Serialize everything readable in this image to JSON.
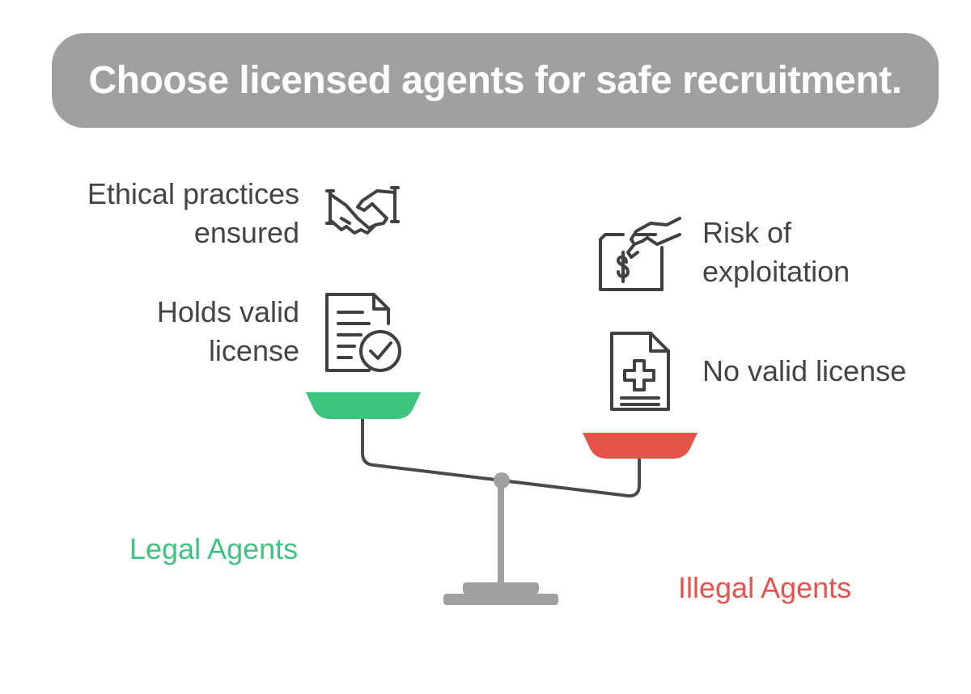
{
  "title": "Choose licensed agents for safe recruitment.",
  "left_side": {
    "group_label": "Legal Agents",
    "items": [
      {
        "lines": [
          "Ethical practices",
          "ensured"
        ],
        "icon": "handshake-icon"
      },
      {
        "lines": [
          "Holds valid",
          "license"
        ],
        "icon": "document-check-icon"
      }
    ]
  },
  "right_side": {
    "group_label": "Illegal Agents",
    "items": [
      {
        "lines": [
          "Risk of",
          "exploitation"
        ],
        "icon": "hand-money-folder-icon"
      },
      {
        "lines": [
          "No valid license"
        ],
        "icon": "document-medical-cross-icon"
      }
    ]
  },
  "colors": {
    "title_bg": "#a0a0a0",
    "legal": "#3dc47e",
    "illegal": "#e5534b",
    "text": "#444444",
    "icon_stroke": "#404040",
    "scale": "#a0a0a0",
    "beam": "#4a4a4a"
  }
}
